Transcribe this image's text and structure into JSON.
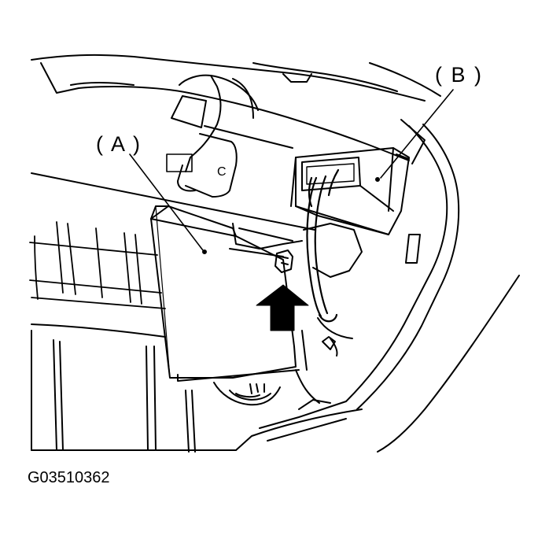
{
  "diagram": {
    "callouts": {
      "a": "( A )",
      "b": "( B )"
    },
    "figure_id": "G03510362",
    "colors": {
      "line": "#000000",
      "background": "#ffffff"
    }
  }
}
